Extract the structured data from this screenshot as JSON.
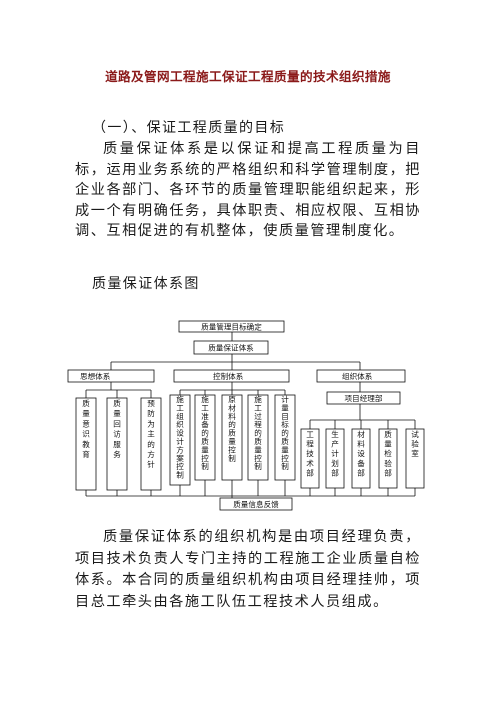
{
  "title": "道路及管网工程施工保证工程质量的技术组织措施",
  "section_heading": "（一）、保证工程质量的目标",
  "paragraph1": "质量保证体系是以保证和提高工程质量为目标，运用业务系统的严格组织和科学管理制度，把企业各部门、各环节的质量管理职能组织起来，形成一个有明确任务，具体职责、相应权限、互相协调、互相促进的有机整体，使质量管理制度化。",
  "chart_label": "质量保证体系图",
  "diagram": {
    "top": "质量管理目标确定",
    "second": "质量保证体系",
    "thought": "思想体系",
    "control": "控制体系",
    "organization": "组织体系",
    "pm_dept": "项目经理部",
    "thought_items": [
      "质量意识教育",
      "质量回访服务",
      "预防为主的方针"
    ],
    "control_items": [
      "施工组织设计方案控制",
      "施工准备的质量控制",
      "原材料的质量控制",
      "施工过程的质量控制",
      "计量目标的质量控制"
    ],
    "org_items": [
      "工程技术部",
      "生产计划部",
      "材料设备部",
      "质量检验部",
      "试验室"
    ],
    "feedback": "质量信息反馈"
  },
  "paragraph2": "质量保证体系的组织机构是由项目经理负责，项目技术负责人专门主持的工程施工企业质量自检体系。本合同的质量组织机构由项目经理挂帅，项目总工牵头由各施工队伍工程技术人员组成。"
}
